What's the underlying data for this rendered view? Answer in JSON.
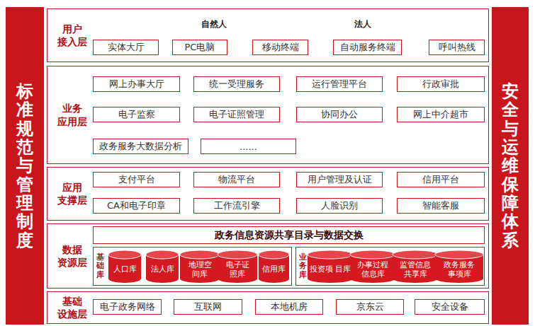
{
  "diagram": {
    "nodes": [
      {
        "text": [
          "标准规范与管理制度"
        ]
      },
      {
        "text": [
          "用户 接入层"
        ]
      },
      {
        "text": [
          "实体大厅"
        ],
        "in": 1
      },
      {
        "text": [
          "PC电脑"
        ],
        "in": 1
      },
      {
        "text": [
          "移动终端"
        ],
        "in": 1
      },
      {
        "text": [
          "自动服务终端"
        ],
        "in": 1
      },
      {
        "text": [
          "呼叫热线"
        ],
        "in": 1
      },
      {
        "text": [
          "业务 应用层"
        ]
      },
      {
        "text": [
          "网上办事大厅"
        ],
        "in": 7
      },
      {
        "text": [
          "统一受理服务"
        ],
        "in": 7
      },
      {
        "text": [
          "运行管理平台"
        ],
        "in": 7
      },
      {
        "text": [
          "行政审批"
        ],
        "in": 7
      },
      {
        "text": [
          "电子监察"
        ],
        "in": 7
      },
      {
        "text": [
          "电子证照管理"
        ],
        "in": 7
      },
      {
        "text": [
          "协同办公"
        ],
        "in": 7
      },
      {
        "text": [
          "网上中介超市"
        ],
        "in": 7
      },
      {
        "text": [
          "政务服务大数据分析"
        ],
        "in": 7
      },
      {
        "text": [
          "......"
        ],
        "in": 7
      },
      {
        "text": [
          "应用 支撑层"
        ]
      },
      {
        "text": [
          "支付平台"
        ],
        "in": 18
      },
      {
        "text": [
          "物流平台"
        ],
        "in": 18
      },
      {
        "text": [
          "用户管理及认证"
        ],
        "in": 18
      },
      {
        "text": [
          "信用平台"
        ],
        "in": 18
      },
      {
        "text": [
          "CA和电子印章"
        ],
        "in": 18
      },
      {
        "text": [
          "工作流引擎"
        ],
        "in": 18
      },
      {
        "text": [
          "人脸识别"
        ],
        "in": 18
      },
      {
        "text": [
          "智能客服"
        ],
        "in": 18
      },
      {
        "text": [
          "数据 资源层"
        ]
      },
      {
        "text": [
          "政务信息资源共享目录与数据交换"
        ],
        "in": 27
      },
      {
        "text": [
          "基础库"
        ],
        "in": 27
      },
      {
        "text": [
          "人口库"
        ],
        "in": 29
      },
      {
        "text": [
          "法人库"
        ],
        "in": 29
      },
      {
        "text": [
          "地理空 间库"
        ],
        "in": 29
      },
      {
        "text": [
          "电子证 照库"
        ],
        "in": 29
      },
      {
        "text": [
          "信用库"
        ],
        "in": 29
      },
      {
        "text": [
          "业务库"
        ],
        "in": 27
      },
      {
        "text": [
          "投资项 目库"
        ],
        "in": 35
      },
      {
        "text": [
          "办事过程 信息库"
        ],
        "in": 35
      },
      {
        "text": [
          "监管信息 共享库"
        ],
        "in": 35
      },
      {
        "text": [
          "政务服务 事项库"
        ],
        "in": 35
      },
      {
        "text": [
          "基础 设施层"
        ]
      },
      {
        "text": [
          "电子政务网络"
        ],
        "in": 40
      },
      {
        "text": [
          "互联网"
        ],
        "in": 40
      },
      {
        "text": [
          "本地机房"
        ],
        "in": 40
      },
      {
        "text": [
          "京东云"
        ],
        "in": 40
      },
      {
        "text": [
          "安全设备"
        ],
        "in": 40
      },
      {
        "text": [
          "安全与运维保障体系"
        ]
      }
    ],
    "labels": [
      "自然人",
      "法人"
    ]
  }
}
